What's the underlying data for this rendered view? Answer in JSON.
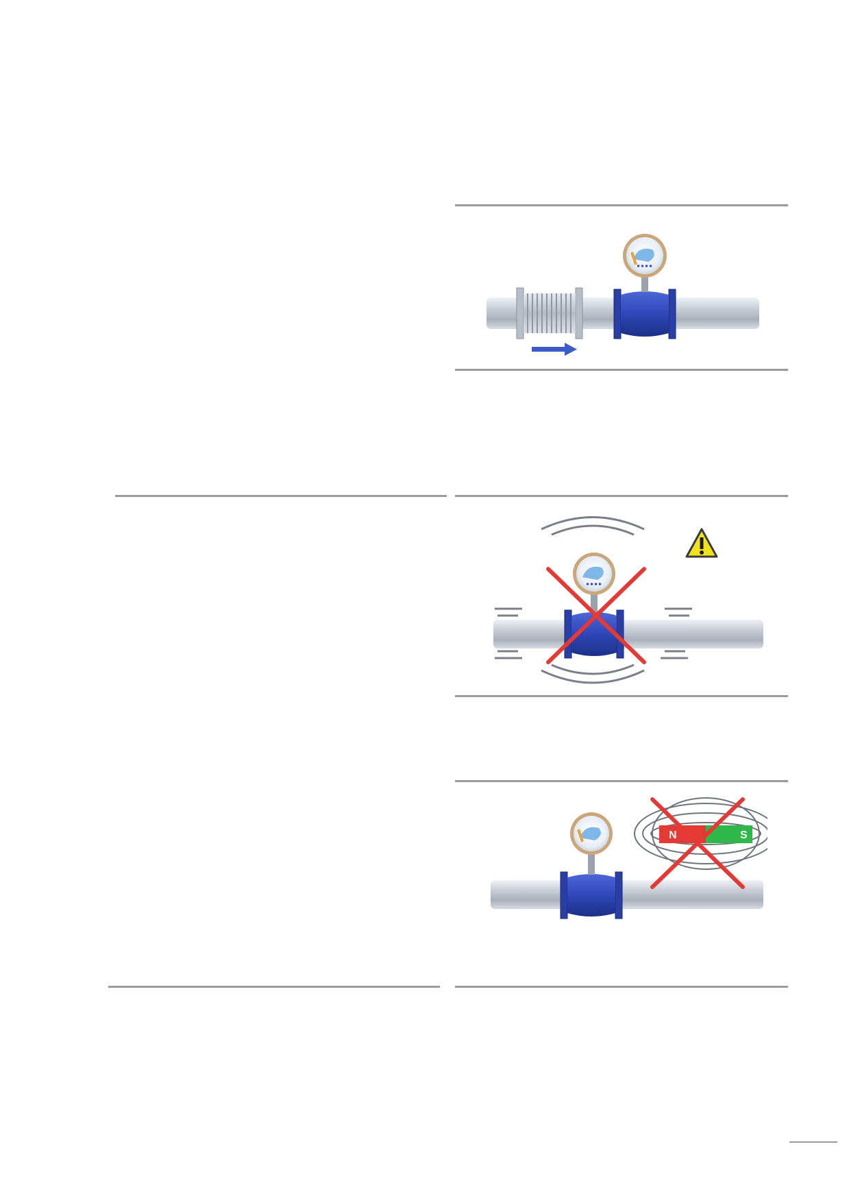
{
  "figures": [
    {
      "id": "bellows-installation",
      "icons": [
        "flow-meter-icon",
        "bellows-icon",
        "flow-arrow-icon"
      ]
    },
    {
      "id": "vibration-warning",
      "icons": [
        "flow-meter-icon",
        "warning-icon",
        "red-cross-icon"
      ]
    },
    {
      "id": "magnetic-field-warning",
      "icons": [
        "flow-meter-icon",
        "magnet-icon",
        "red-cross-icon"
      ],
      "magnet": {
        "north": "N",
        "south": "S"
      }
    }
  ],
  "colors": {
    "pipe": "#c9ced6",
    "meter_body": "#2f47b8",
    "arrow": "#3a5cc8",
    "cross": "#e53935",
    "warning": "#f2e21a",
    "magnet_north": "#e53935",
    "magnet_south": "#2fb84a",
    "rule": "#9a9a9a"
  }
}
